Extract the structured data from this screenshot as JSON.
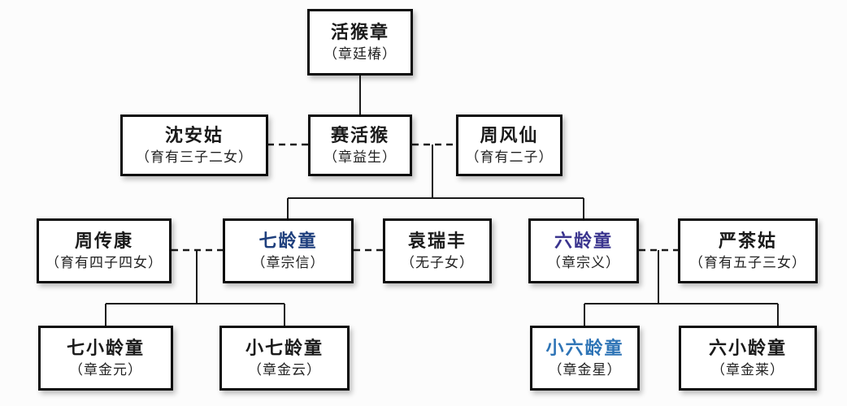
{
  "figure": {
    "type": "family-tree-diagram",
    "generations": 4
  },
  "colors": {
    "default_text": "#1a1a1a",
    "qilingtong_name": "#1e3f7d",
    "liulingtong_name": "#3a348e",
    "xiaoliulingtong_name": "#2e74b6",
    "box_border": "#0d0d0d",
    "box_fill": "#ffffff",
    "background": "#fcfcfc",
    "line": "#1a1a1a"
  },
  "nodes": [
    {
      "id": "huohouzhang",
      "name": "活猴章",
      "subtitle": "（章廷椿）",
      "color": "#1a1a1a",
      "generation": 1
    },
    {
      "id": "shenangu",
      "name": "沈安姑",
      "subtitle": "（育有三子二女）",
      "color": "#1a1a1a",
      "generation": 2
    },
    {
      "id": "saihuohou",
      "name": "赛活猴",
      "subtitle": "（章益生）",
      "color": "#1a1a1a",
      "generation": 2
    },
    {
      "id": "zhoufengxian",
      "name": "周风仙",
      "subtitle": "（育有二子）",
      "color": "#1a1a1a",
      "generation": 2
    },
    {
      "id": "zhouchuankang",
      "name": "周传康",
      "subtitle": "（育有四子四女）",
      "color": "#1a1a1a",
      "generation": 3
    },
    {
      "id": "qilingtong",
      "name": "七龄童",
      "subtitle": "（章宗信）",
      "color": "#1e3f7d",
      "generation": 3
    },
    {
      "id": "yuanruifeng",
      "name": "袁瑞丰",
      "subtitle": "（无子女）",
      "color": "#1a1a1a",
      "generation": 3
    },
    {
      "id": "liulingtong",
      "name": "六龄童",
      "subtitle": "（章宗义）",
      "color": "#3a348e",
      "generation": 3
    },
    {
      "id": "yanchagu",
      "name": "严茶姑",
      "subtitle": "（育有五子三女）",
      "color": "#1a1a1a",
      "generation": 3
    },
    {
      "id": "qixiaolingtong",
      "name": "七小龄童",
      "subtitle": "（章金元）",
      "color": "#1a1a1a",
      "generation": 4
    },
    {
      "id": "xiaoqilingtong",
      "name": "小七龄童",
      "subtitle": "（章金云）",
      "color": "#1a1a1a",
      "generation": 4
    },
    {
      "id": "xiaoliulingtong",
      "name": "小六龄童",
      "subtitle": "（章金星）",
      "color": "#2e74b6",
      "generation": 4
    },
    {
      "id": "liuxiaolingtong",
      "name": "六小龄童",
      "subtitle": "（章金莱）",
      "color": "#1a1a1a",
      "generation": 4
    }
  ],
  "relationships": {
    "marriages_dashed": [
      [
        "沈安姑",
        "赛活猴"
      ],
      [
        "赛活猴",
        "周风仙"
      ],
      [
        "周传康",
        "七龄童"
      ],
      [
        "七龄童",
        "袁瑞丰"
      ],
      [
        "六龄童",
        "严茶姑"
      ]
    ],
    "parent_child_solid": [
      {
        "parent": "活猴章",
        "children": [
          "赛活猴"
        ]
      },
      {
        "parents": [
          "赛活猴",
          "周风仙"
        ],
        "children": [
          "七龄童",
          "六龄童"
        ]
      },
      {
        "parents": [
          "周传康",
          "七龄童"
        ],
        "children": [
          "七小龄童",
          "小七龄童"
        ]
      },
      {
        "parents": [
          "六龄童",
          "严茶姑"
        ],
        "children": [
          "小六龄童",
          "六小龄童"
        ]
      }
    ]
  }
}
